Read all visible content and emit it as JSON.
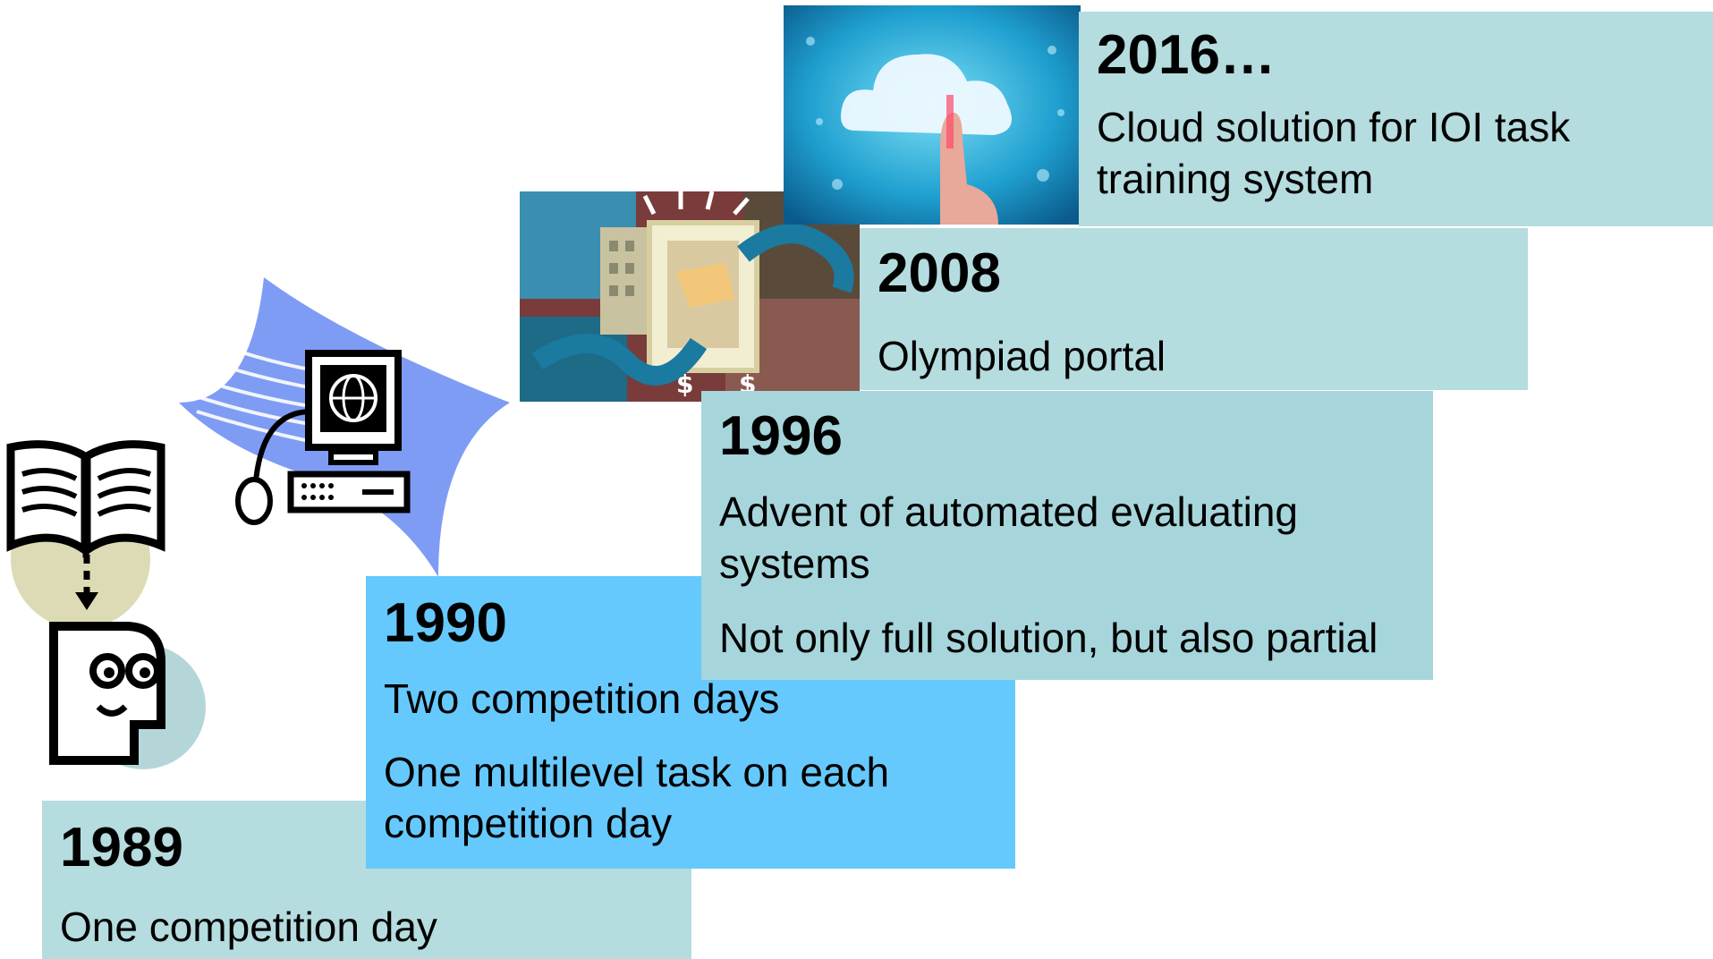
{
  "timeline": [
    {
      "year": "1989",
      "lines": [
        "One competition day"
      ]
    },
    {
      "year": "1990",
      "lines": [
        "Two competition days",
        "One multilevel task on each competition day"
      ]
    },
    {
      "year": "1996",
      "lines": [
        "Advent of automated evaluating systems",
        "Not only full solution, but also partial"
      ]
    },
    {
      "year": "2008",
      "lines": [
        "Olympiad portal"
      ]
    },
    {
      "year": "2016…",
      "lines": [
        "Cloud solution for IOI task training system"
      ]
    }
  ],
  "icons": {
    "book": "book-reader-icon",
    "computer": "computer-globe-icon",
    "collage": "collage-illustration",
    "cloud": "cloud-touch-image"
  },
  "colors": {
    "box_light": "#b5dcde",
    "box_blue": "#66c9fd",
    "box_teal": "#a6d6dc"
  }
}
